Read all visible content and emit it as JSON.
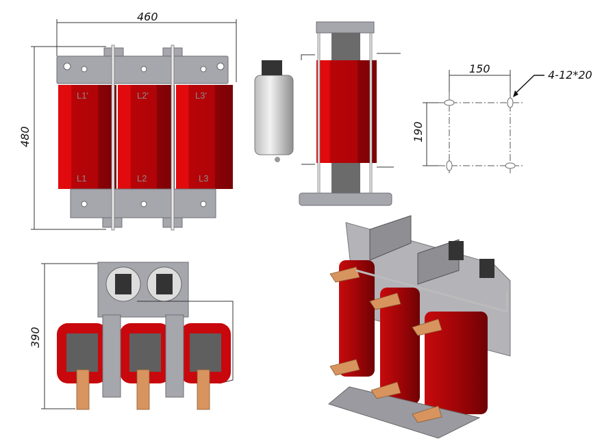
{
  "front_view": {
    "width_dim": "460",
    "height_dim": "480",
    "coil_labels_top": [
      "L1'",
      "L2'",
      "L3'"
    ],
    "coil_labels_bottom": [
      "L1",
      "L2",
      "L3"
    ]
  },
  "mounting_holes": {
    "horizontal_dim": "150",
    "vertical_dim": "190",
    "hole_spec": "4-12*20"
  },
  "bottom_view": {
    "depth_dim": "390"
  },
  "colors": {
    "coil_red": "#c8080c",
    "steel_gray": "#a6a6ad",
    "copper": "#d8945e"
  }
}
